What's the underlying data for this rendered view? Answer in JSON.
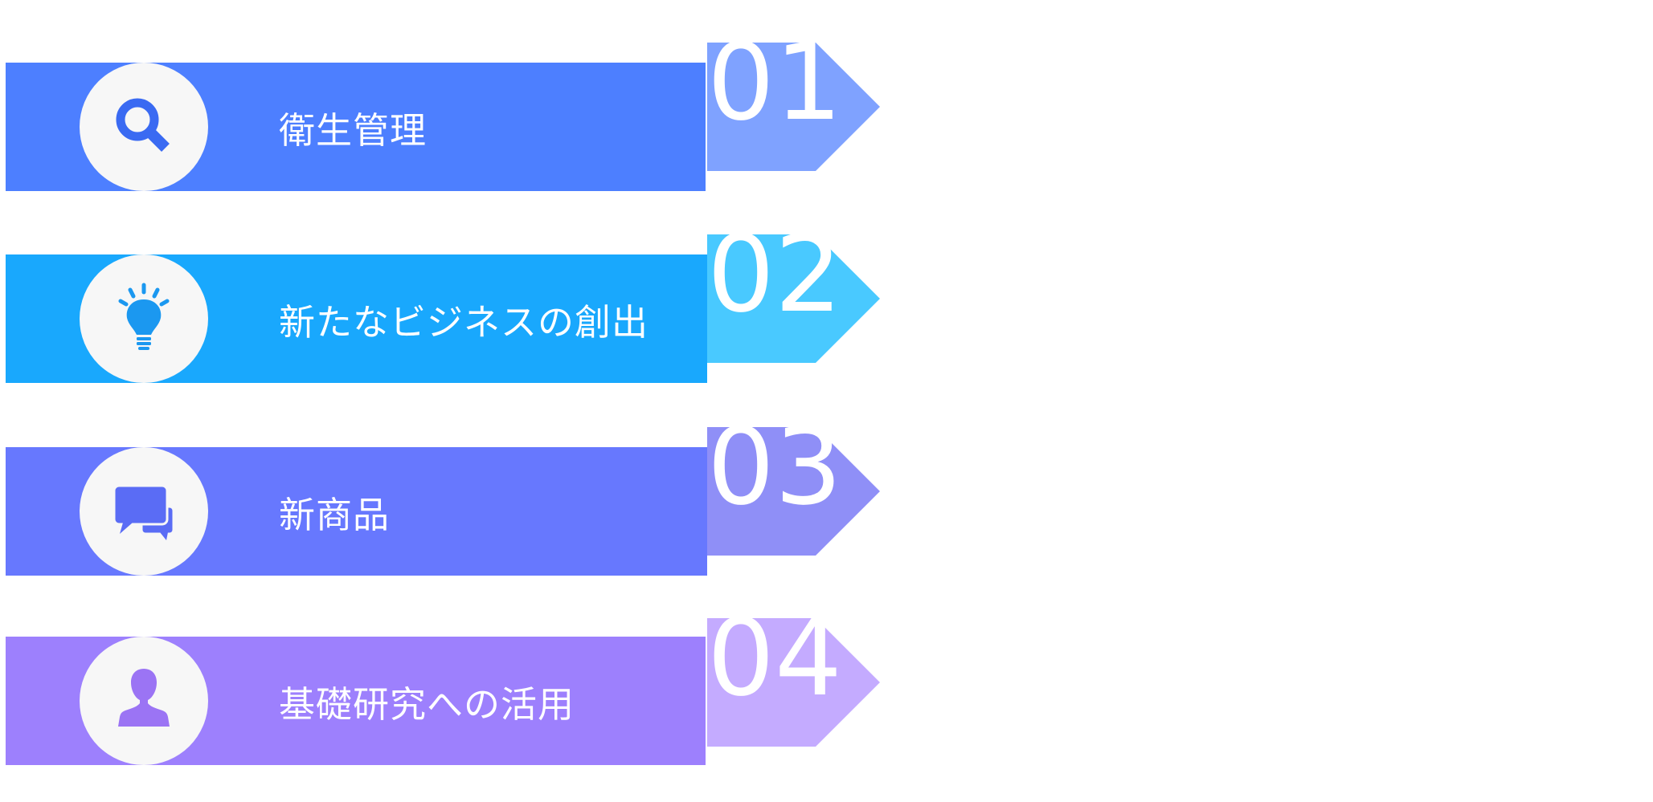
{
  "items": [
    {
      "number": "01",
      "label": "衛生管理",
      "icon": "search-icon",
      "bar_color": "#4d7fff",
      "badge_color": "#7fa2ff",
      "icon_color": "#3a6af2"
    },
    {
      "number": "02",
      "label": "新たなビジネスの創出",
      "icon": "lightbulb-icon",
      "bar_color": "#19a8fd",
      "badge_color": "#49c9ff",
      "icon_color": "#1b98f0"
    },
    {
      "number": "03",
      "label": "新商品",
      "icon": "chat-bubbles-icon",
      "bar_color": "#6778fe",
      "badge_color": "#8f8ff7",
      "icon_color": "#5a6cf5"
    },
    {
      "number": "04",
      "label": "基礎研究への活用",
      "icon": "person-icon",
      "bar_color": "#9d80fd",
      "badge_color": "#c4abff",
      "icon_color": "#9b74f4"
    }
  ]
}
